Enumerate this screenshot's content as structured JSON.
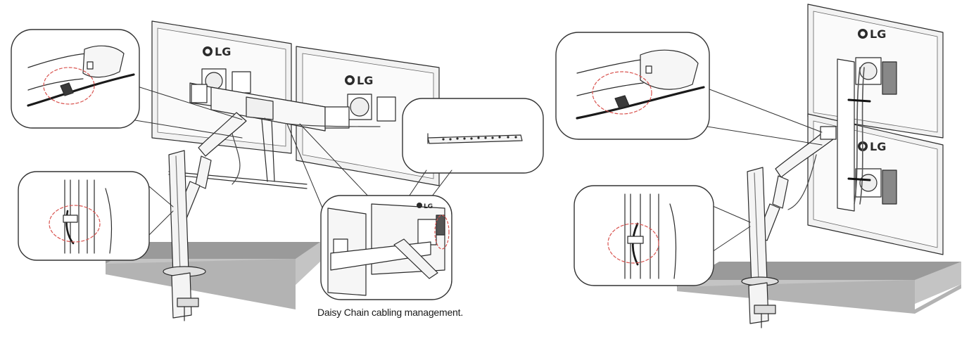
{
  "caption": "Daisy Chain cabling management.",
  "brand": {
    "logo_text": "LG"
  },
  "colors": {
    "line": "#2b2b2b",
    "monitor_fill": "#f2f2f2",
    "desk_top": "#9a9a9a",
    "desk_side": "#c4c4c4",
    "highlight_dash": "#d9534f",
    "clip_dark": "#3a3a3a"
  },
  "figures": [
    {
      "id": "horizontal-dual-setup",
      "detail_callouts": [
        "top-cable-clip",
        "pole-cable-clip",
        "bar-cable-channel"
      ]
    },
    {
      "id": "vertical-stacked-setup",
      "detail_callouts": [
        "top-cable-clip",
        "pole-cable-clip"
      ]
    }
  ]
}
